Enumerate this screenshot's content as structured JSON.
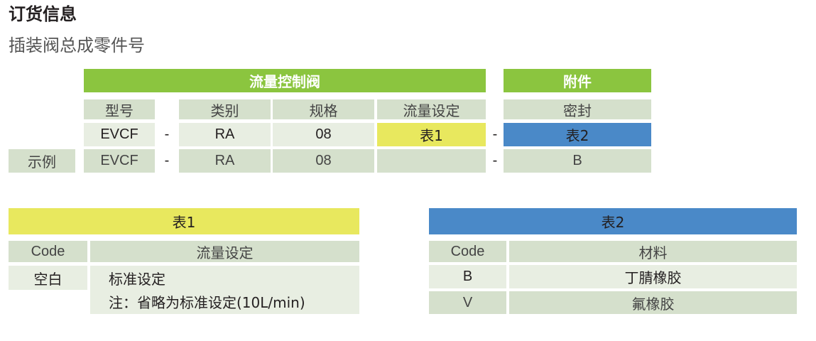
{
  "title": "订货信息",
  "subtitle": "插装阀总成零件号",
  "order": {
    "group_main": "流量控制阀",
    "group_acc": "附件",
    "headers": [
      "型号",
      "类别",
      "规格",
      "流量设定",
      "密封"
    ],
    "row1": [
      "EVCF",
      "-",
      "RA",
      "08",
      "表1",
      "-",
      "表2"
    ],
    "example_label": "示例",
    "row2": [
      "EVCF",
      "-",
      "RA",
      "08",
      "",
      "-",
      "B"
    ]
  },
  "table1": {
    "title": "表1",
    "code_header": "Code",
    "desc_header": "流量设定",
    "code": "空白",
    "desc1": "标准设定",
    "desc2": "注：省略为标准设定(10L/min)"
  },
  "table2": {
    "title": "表2",
    "code_header": "Code",
    "desc_header": "材料",
    "rows": [
      {
        "code": "B",
        "desc": "丁腈橡胶"
      },
      {
        "code": "V",
        "desc": "氟橡胶"
      }
    ]
  },
  "colors": {
    "green": "#8bc53f",
    "yellow": "#e8e85e",
    "blue": "#4a89c8"
  }
}
